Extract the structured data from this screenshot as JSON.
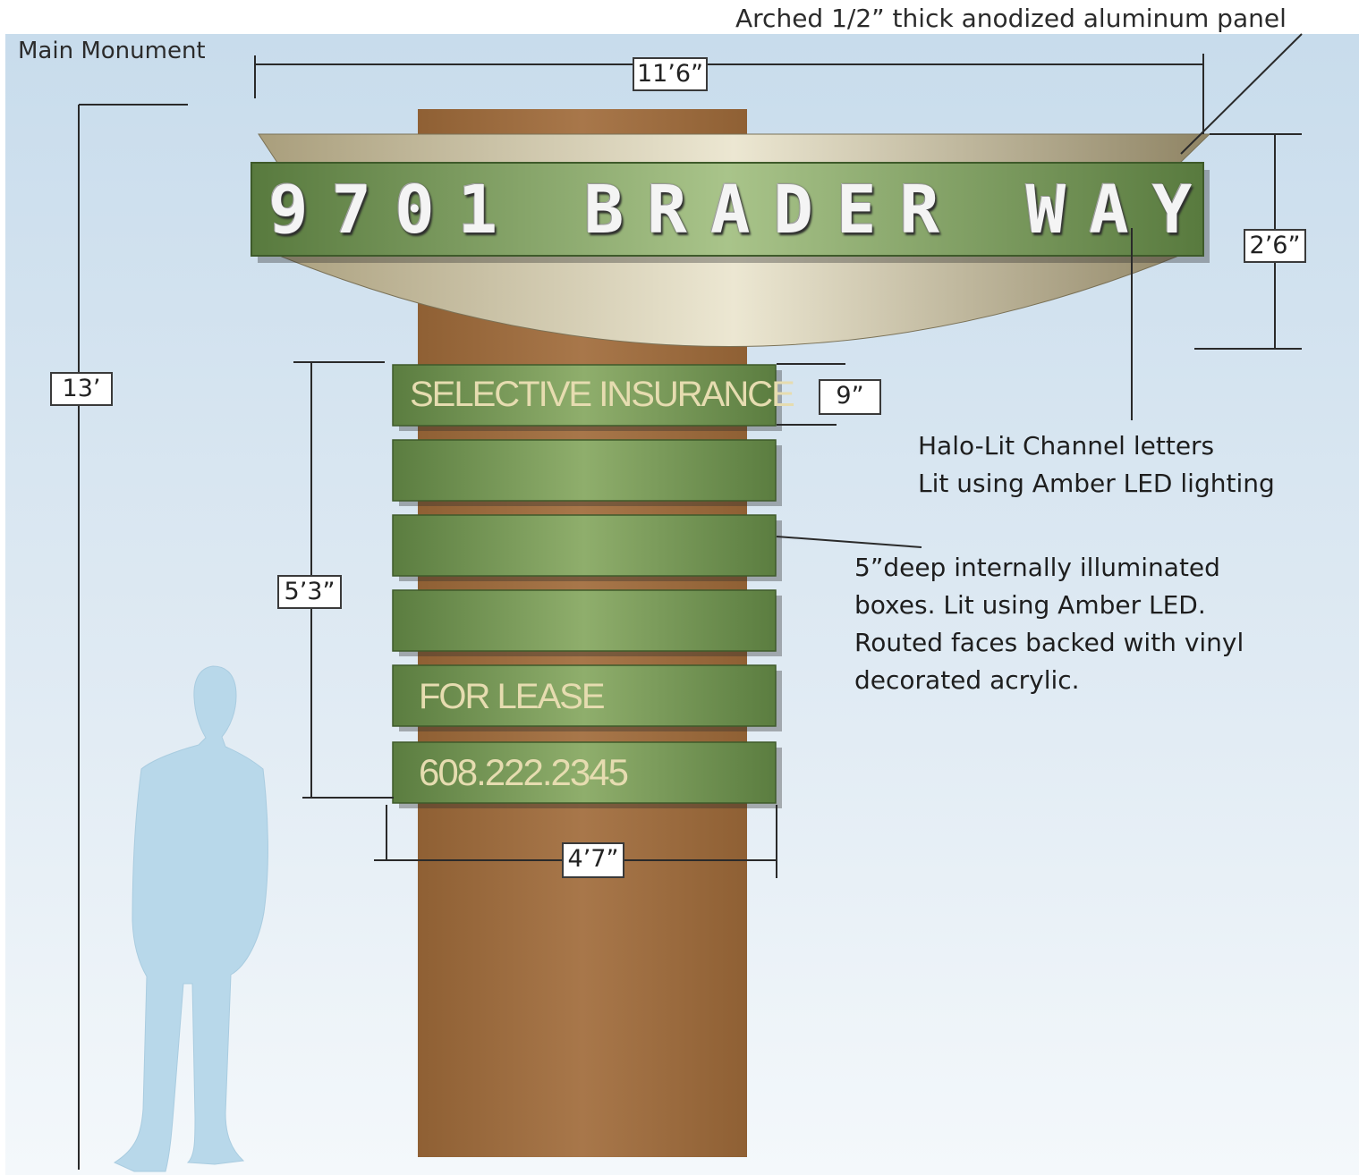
{
  "title": "Main Monument",
  "sign": {
    "address": "9701 BRADER WAY",
    "tenant_panels": [
      "SELECTIVE INSURANCE",
      "",
      "",
      "",
      "FOR LEASE",
      "608.222.2345"
    ]
  },
  "dimensions": {
    "overall_width": "11’6”",
    "overall_height": "13’",
    "header_height": "2’6”",
    "panel_height": "9”",
    "tenant_stack_height": "5’3”",
    "tenant_width": "4’7”"
  },
  "callouts": {
    "arched_panel": "Arched 1/2” thick anodized aluminum panel",
    "halo_lit": [
      "Halo-Lit Channel letters",
      "Lit using Amber LED lighting"
    ],
    "boxes": [
      "5”deep internally illuminated",
      "boxes. Lit using Amber LED.",
      "Routed faces backed with vinyl",
      "decorated acrylic."
    ]
  },
  "colors": {
    "background_top": "#c8dcec",
    "background_bottom": "#f4f8fb",
    "column": "#9c6c40",
    "panel_green": "#6c8c4c",
    "arch_tan": "#c9bf9c",
    "silhouette": "#b8d8ea",
    "panel_text": "#e6dcb0"
  },
  "icons": [
    "person-silhouette"
  ]
}
